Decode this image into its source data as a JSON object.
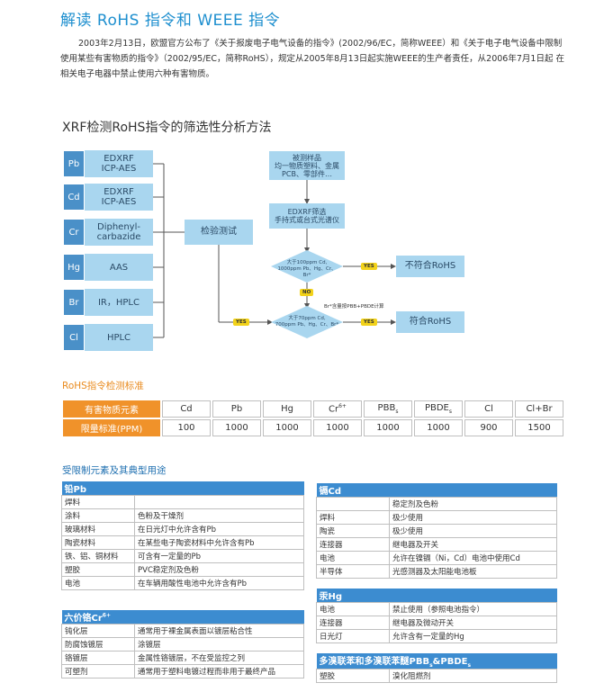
{
  "title": "解读 RoHS 指令和 WEEE 指令",
  "intro": "2003年2月13日，欧盟官方公布了《关于报废电子电气设备的指令》(2002/96/EC，简称WEEE）和《关于电子电气设备中限制使用某些有害物质的指令》（2002/95/EC，简称RoHS），规定从2005年8月13日起实施WEEE的生产者责任，从2006年7月1日起 在相关电子电器中禁止使用六种有害物质。",
  "xrf": {
    "title": "XRF检测RoHS指令的筛选性分析方法",
    "methods": [
      {
        "sym": "Pb",
        "name1": "EDXRF",
        "name2": "ICP-AES"
      },
      {
        "sym": "Cd",
        "name1": "EDXRF",
        "name2": "ICP-AES"
      },
      {
        "sym": "Cr",
        "name1": "Diphenyl-",
        "name2": "carbazide"
      },
      {
        "sym": "Hg",
        "name1": "AAS",
        "name2": ""
      },
      {
        "sym": "Br",
        "name1": "IR，HPLC",
        "name2": ""
      },
      {
        "sym": "Cl",
        "name1": "HPLC",
        "name2": ""
      }
    ],
    "test_box": "检验测试",
    "sample1": "被测样品",
    "sample2": "均一物质塑料、金属",
    "sample3": "PCB、零部件…",
    "screen1": "EDXRF筛选",
    "screen2": "手持式或台式光谱仪",
    "diamond1a": "大于100ppm Cd,",
    "diamond1b": "1000ppm Pb、Hg、Cr、Br*",
    "diamond2a": "大于70ppm Cd,",
    "diamond2b": "700ppm Pb、Hg、Cr、Br*",
    "note": "Br*含量按PBB+PBDE计算",
    "yes": "YES",
    "no": "NO",
    "fail": "不符合RoHS",
    "pass": "符合RoHS"
  },
  "standards": {
    "title": "RoHS指令检测标准",
    "row1_label": "有害物质元素",
    "row2_label": "限量标准(PPM)",
    "elements": [
      {
        "base": "Cd",
        "sup": "",
        "sub": ""
      },
      {
        "base": "Pb",
        "sup": "",
        "sub": ""
      },
      {
        "base": "Hg",
        "sup": "",
        "sub": ""
      },
      {
        "base": "Cr",
        "sup": "6+",
        "sub": ""
      },
      {
        "base": "PBB",
        "sup": "",
        "sub": "s"
      },
      {
        "base": "PBDE",
        "sup": "",
        "sub": "s"
      },
      {
        "base": "Cl",
        "sup": "",
        "sub": ""
      },
      {
        "base": "Cl+Br",
        "sup": "",
        "sub": ""
      }
    ],
    "limits": [
      "100",
      "1000",
      "1000",
      "1000",
      "1000",
      "1000",
      "900",
      "1500"
    ]
  },
  "uses": {
    "title": "受限制元素及其典型用途",
    "pb": {
      "header": "铅Pb",
      "rows": [
        [
          "焊料",
          ""
        ],
        [
          "涂料",
          "色粉及干燥剂"
        ],
        [
          "玻璃材料",
          "在日光灯中允许含有Pb"
        ],
        [
          "陶瓷材料",
          "在某些电子陶瓷材料中允许含有Pb"
        ],
        [
          "铁、铝、铜材料",
          "可含有一定量的Pb"
        ],
        [
          "塑胶",
          "PVC稳定剂及色粉"
        ],
        [
          "电池",
          "在车辆用酸性电池中允许含有Pb"
        ]
      ]
    },
    "cr": {
      "header": "六价铬Cr",
      "header_sup": "6+",
      "rows": [
        [
          "钝化层",
          "通常用于裸金属表面以镀层粘合性"
        ],
        [
          "防腐蚀镀层",
          "涂镀层"
        ],
        [
          "铬镀层",
          "金属性铬镀层，不在受监控之列"
        ],
        [
          "可塑剂",
          "通常用于塑料电镀过程而非用于最终产品"
        ]
      ]
    },
    "cd": {
      "header": "镉Cd",
      "rows": [
        [
          "",
          "稳定剂及色粉"
        ],
        [
          "焊料",
          "极少使用"
        ],
        [
          "陶瓷",
          "极少使用"
        ],
        [
          "连接器",
          "继电器及开关"
        ],
        [
          "电池",
          "允许在镍镉（Ni，Cd）电池中使用Cd"
        ],
        [
          "半导体",
          "光感测器及太阳能电池板"
        ]
      ]
    },
    "hg": {
      "header": "汞Hg",
      "rows": [
        [
          "电池",
          "禁止使用（参照电池指令）"
        ],
        [
          "连接器",
          "继电器及微动开关"
        ],
        [
          "日光灯",
          "允许含有一定量的Hg"
        ]
      ]
    },
    "pbb": {
      "header_a": "多溴联苯和多溴联苯醚PBB",
      "header_sub1": "s",
      "header_b": "&PBDE",
      "header_sub2": "s",
      "rows": [
        [
          "塑胶",
          "溴化阻燃剂"
        ]
      ]
    }
  }
}
